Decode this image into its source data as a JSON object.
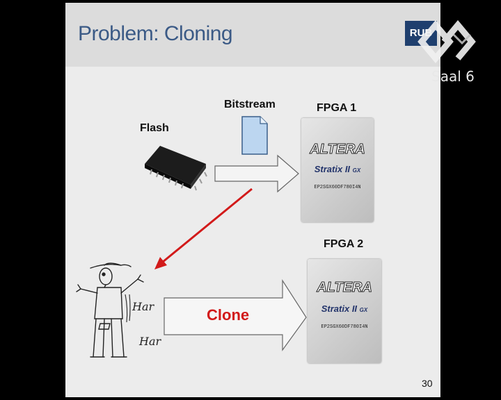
{
  "slide": {
    "title": "Problem: Cloning",
    "logo": "RUB",
    "page_number": "30"
  },
  "labels": {
    "flash": "Flash",
    "bitstream": "Bitstream",
    "fpga1": "FPGA 1",
    "fpga2": "FPGA 2",
    "clone": "Clone"
  },
  "chip": {
    "brand": "ALTERA",
    "family": "Stratix II",
    "family_sub": "GX",
    "part": "EP2SGX60DF780I4N"
  },
  "sketch": {
    "handwriting_1": "Har",
    "handwriting_2": "Har"
  },
  "overlay": {
    "room": "Saal 6"
  },
  "colors": {
    "title": "#3b5a86",
    "accent_red": "#d21a1a",
    "logo_bg": "#1f3f6e"
  }
}
